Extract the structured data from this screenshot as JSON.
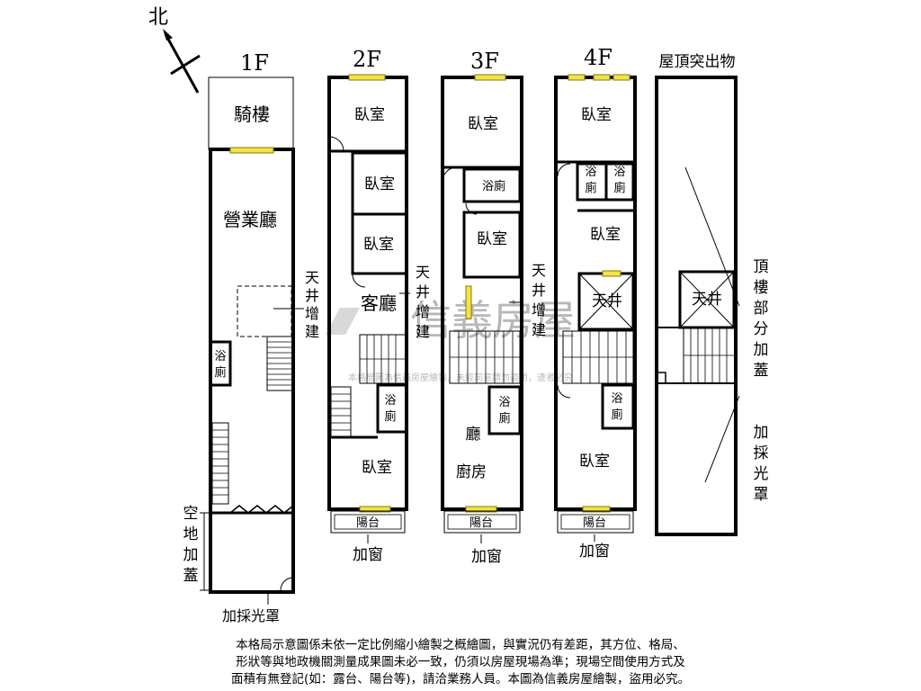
{
  "compass": {
    "label": "北"
  },
  "floors": {
    "f1": {
      "title": "1F",
      "arcade": "騎樓",
      "business_hall": "營業廳",
      "skylight_ext": [
        "天",
        "井",
        "增",
        "建"
      ],
      "bath": [
        "浴",
        "廁"
      ],
      "vacant_cover": [
        "空",
        "地",
        "加",
        "蓋"
      ],
      "light_cover": "加採光罩"
    },
    "f2": {
      "title": "2F",
      "bedroom_1": "臥室",
      "bedroom_2": "臥室",
      "bedroom_3": "臥室",
      "living_room": "客廳",
      "skylight_ext": [
        "天",
        "井",
        "增",
        "建"
      ],
      "bath": [
        "浴",
        "廁"
      ],
      "bedroom_4": "臥室",
      "balcony": "陽台",
      "add_window": "加窗"
    },
    "f3": {
      "title": "3F",
      "bedroom_1": "臥室",
      "bath_1": "浴廁",
      "bedroom_2": "臥室",
      "skylight_ext": [
        "天",
        "井",
        "增",
        "建"
      ],
      "bath_2": [
        "浴",
        "廁"
      ],
      "hall": "廳",
      "kitchen": "廚房",
      "balcony": "陽台",
      "add_window": "加窗"
    },
    "f4": {
      "title": "4F",
      "bedroom_1": "臥室",
      "bath_a": [
        "浴",
        "廁"
      ],
      "bath_b": [
        "浴",
        "廁"
      ],
      "bedroom_2": "臥室",
      "skylight": "天井",
      "bath_c": [
        "浴",
        "廁"
      ],
      "bedroom_3": "臥室",
      "balcony": "陽台",
      "add_window": "加窗"
    },
    "roof": {
      "title": "屋頂突出物",
      "skylight": "天井",
      "roof_addition": [
        "頂",
        "樓",
        "部",
        "分",
        "加",
        "蓋"
      ],
      "light_cover": [
        "加",
        "採",
        "光",
        "罩"
      ]
    }
  },
  "watermark": {
    "brand": "信義房屋",
    "line": "本格局圖為信義房屋繪製，未經同意請勿盜用，違者必究"
  },
  "disclaimer": [
    "本格局示意圖係未依一定比例縮小繪製之概繪圖，與實況仍有差距，其方位、格局、",
    "形狀等與地政機關測量成果圖未必一致，仍須以房屋現場為準；現場空間使用方式及",
    "面積有無登記(如：露台、陽台等)，請洽業務人員。本圖為信義房屋繪製，盜用必究。"
  ]
}
